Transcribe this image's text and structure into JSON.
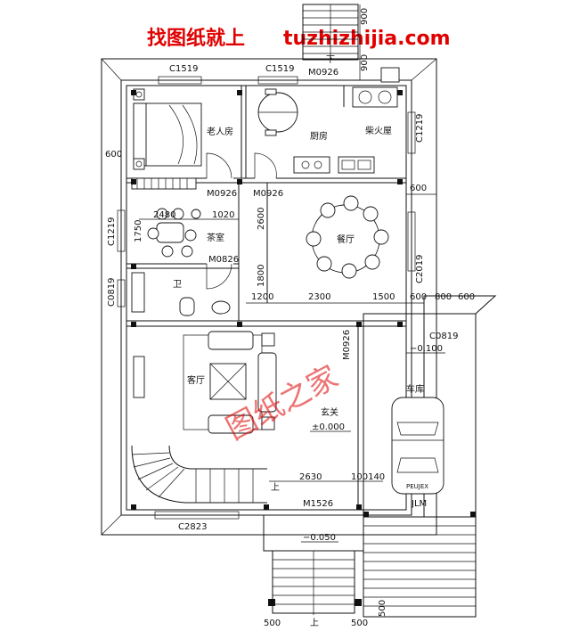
{
  "header": {
    "watermark_cn": "找图纸就上",
    "watermark_url": "tuzhizhijia.com"
  },
  "overlay_watermark": "图纸之家",
  "rooms": {
    "elder_bedroom": "老人房",
    "kitchen": "厨房",
    "firewood_room": "柴火屋",
    "tea_room": "茶室",
    "dining": "餐厅",
    "bathroom": "卫",
    "living": "客厅",
    "foyer": "玄关",
    "garage": "车库"
  },
  "windows": {
    "c1519_a": "C1519",
    "c1519_b": "C1519",
    "c1219_right": "C1219",
    "c2019": "C2019",
    "c1219_left": "C1219",
    "c0819_left": "C0819",
    "c0819_garage": "C0819",
    "c2823": "C2823"
  },
  "doors": {
    "m0926_top": "M0926",
    "m0926_a": "M0926",
    "m0926_b": "M0926",
    "m0826": "M0826",
    "m0926_vert": "M0926",
    "m1526": "M1526"
  },
  "dimensions": {
    "d600_left": "600",
    "d900_a": "900",
    "d900_b": "900",
    "d2480": "2480",
    "d1020": "1020",
    "d2600": "2600",
    "d1750": "1750",
    "d1800": "1800",
    "d1200": "1200",
    "d2300": "2300",
    "d1500": "1500",
    "d600_right": "600",
    "d600_r1": "600",
    "d800_r": "800",
    "d600_r2": "600",
    "d2630": "2630",
    "d100140": "100140",
    "d500_a": "500",
    "d500_b": "500",
    "d500_c": "500"
  },
  "levels": {
    "garage": "−0.100",
    "foyer": "±0.000",
    "entrance": "−0.050"
  },
  "stairs": {
    "down": "下",
    "up_inner": "上",
    "up_outer": "上"
  },
  "car_labels": {
    "plate": "PEUJEX",
    "code": "JLM"
  }
}
